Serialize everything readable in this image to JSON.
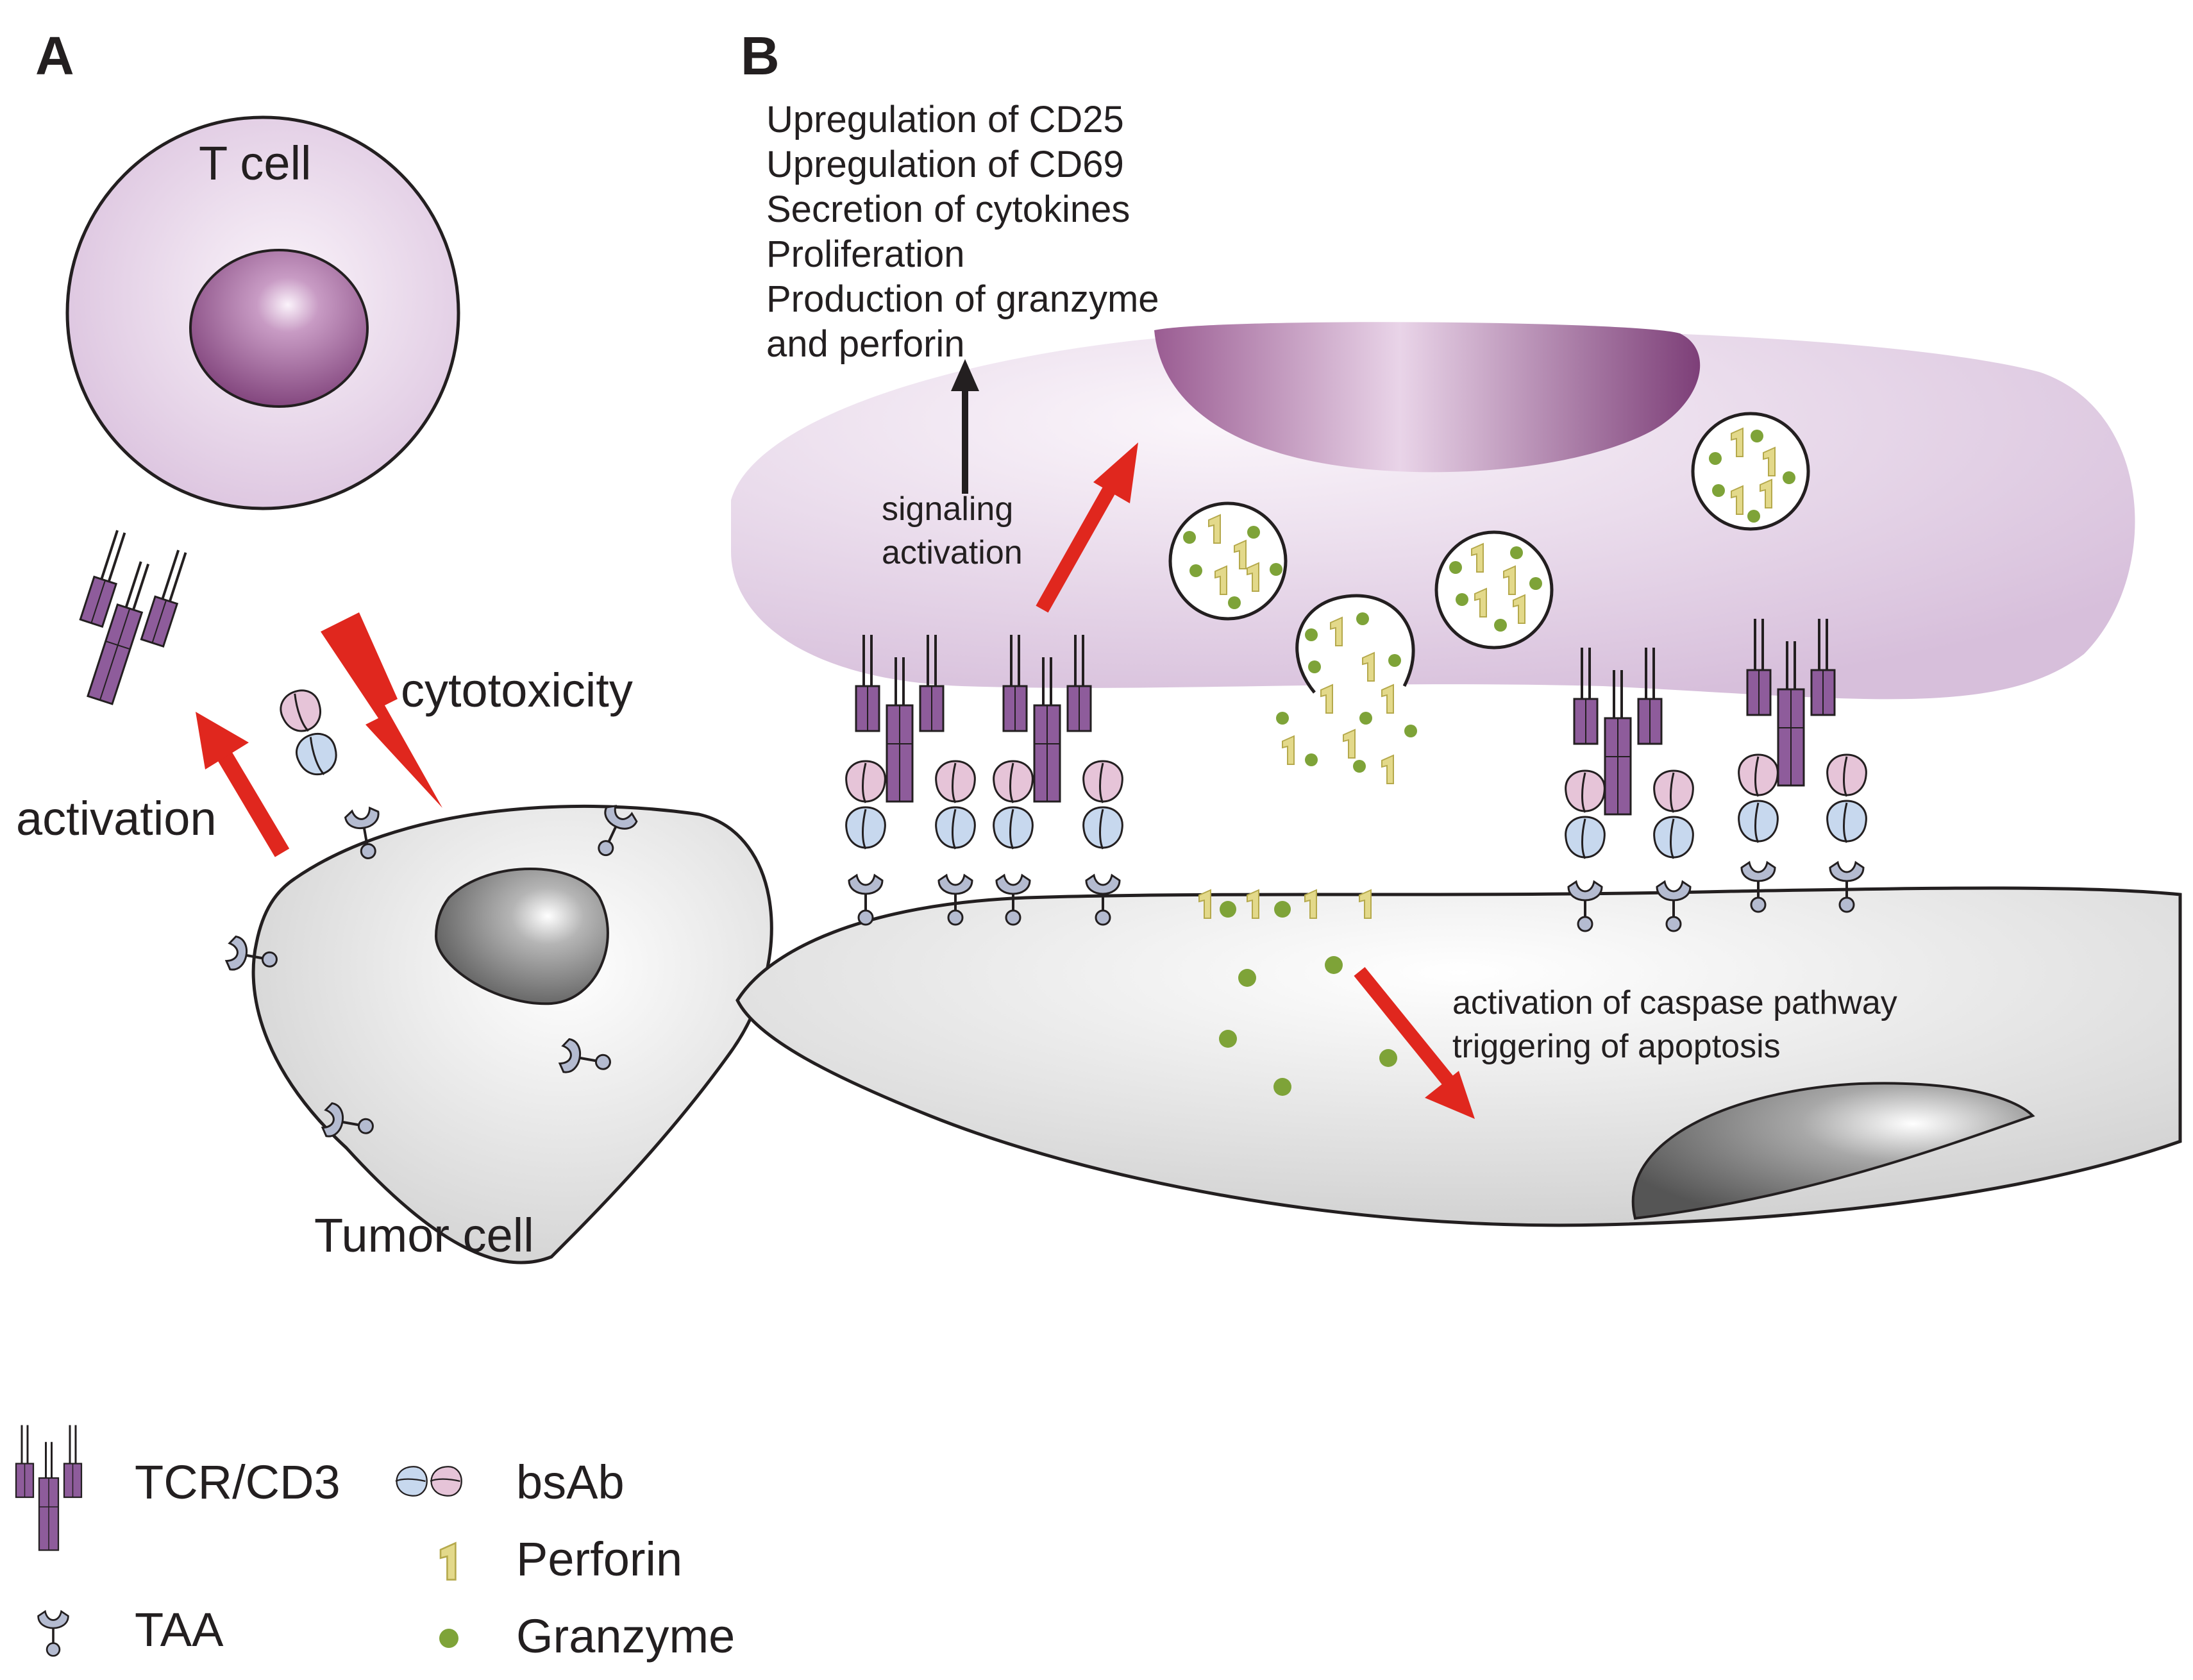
{
  "panels": {
    "a": {
      "letter": "A",
      "t_cell": "T cell",
      "cytotoxicity": "cytotoxicity",
      "activation": "activation",
      "tumor_cell": "Tumor cell"
    },
    "b": {
      "letter": "B",
      "effects": [
        "Upregulation of CD25",
        "Upregulation of CD69",
        "Secretion of cytokines",
        "Proliferation",
        "Production of granzyme",
        "and perforin"
      ],
      "signaling": [
        "signaling",
        "activation"
      ],
      "caspase": [
        "activation of caspase pathway",
        "triggering of apoptosis"
      ]
    }
  },
  "legend": {
    "tcr": "TCR/CD3",
    "taa": "TAA",
    "bsab": "bsAb",
    "perforin": "Perforin",
    "granzyme": "Granzyme"
  },
  "colors": {
    "t_cell": "#e3cfe5",
    "t_nucleus": "#9a5c92",
    "tumor_cell": "#e2e2e2",
    "tumor_nucleus": "#8a8a8a",
    "tcr": "#8e5c9b",
    "bsab_pink": "#e6c4d8",
    "bsab_blue": "#c7d8ee",
    "taa": "#b4bbd0",
    "perforin": "#e3d98a",
    "granzyme": "#7ea338",
    "arrow": "#e0271e"
  }
}
